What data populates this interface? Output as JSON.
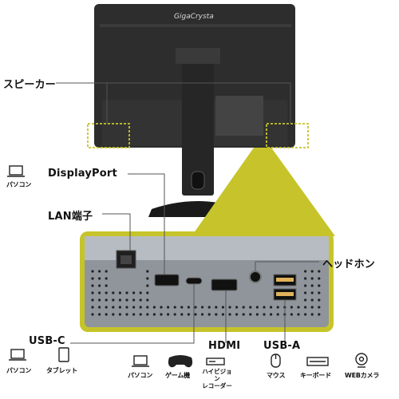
{
  "brand": "GigaCrysta",
  "labels": {
    "speaker": "スピーカー",
    "displayport": "DisplayPort",
    "lan": "LAN端子",
    "headphone": "ヘッドホン",
    "usbc": "USB-C",
    "hdmi": "HDMI",
    "usba": "USB-A"
  },
  "devices": {
    "dp_pc": "パソコン",
    "usbc_pc": "パソコン",
    "usbc_tablet": "タブレット",
    "hdmi_pc": "パソコン",
    "hdmi_game": "ゲーム機",
    "hdmi_recorder": "ハイビジョン\nレコーダー",
    "usba_mouse": "マウス",
    "usba_keyboard": "キーボード",
    "usba_webcam": "WEBカメラ"
  },
  "colors": {
    "accent": "#c6c42a",
    "monitor": "#2b2b2b",
    "panel": "#9aa0a6"
  },
  "icons": [
    "laptop-icon",
    "tablet-icon",
    "gamepad-icon",
    "recorder-icon",
    "mouse-icon",
    "keyboard-icon",
    "webcam-icon"
  ]
}
